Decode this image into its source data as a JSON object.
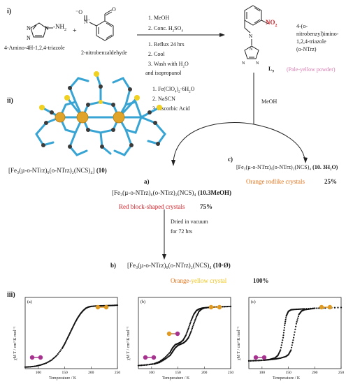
{
  "labels": {
    "i": "i)",
    "ii": "ii)",
    "iii": "iii)",
    "a": "a)",
    "b": "b)",
    "c": "c)"
  },
  "reactants": {
    "triazole_amine": "-NH",
    "triazole_amine_sub": "2",
    "amine_name": "4-Amino-4H-1,2,4-triazole",
    "nitro": "N",
    "nitro_minus": "⁻O",
    "nitro_plus": "+",
    "aldehyde_o": "O",
    "aldehyde_name": "2-nitrobenzaldehyde",
    "plus": "+"
  },
  "conditions": {
    "step1": "1. MeOH",
    "step2_a": "2. Conc. H",
    "step2_sub1": "2",
    "step2_b": "SO",
    "step2_sub2": "4",
    "step3_line1": "1. Reflux 24 hrs",
    "step3_line2": "2. Cool",
    "step3_line3": "3. Wash with H",
    "step3_line3_sub": "2",
    "step3_line3_b": "O",
    "step3_line4": "and isopropanol",
    "metal_line1_a": "1. Fe(ClO",
    "metal_line1_sub1": "4",
    "metal_line1_b": ")",
    "metal_line1_sub2": "2",
    "metal_line1_c": "·6H",
    "metal_line1_sub3": "2",
    "metal_line1_d": "O",
    "metal_line2": "2. NaSCN",
    "metal_line3": "3. Ascorbic Acid",
    "meoh": "MeOH",
    "dried_line1": "Dried in vacuum",
    "dried_line2": "for 72 hrs"
  },
  "product": {
    "no2": "NO",
    "no2_sub": "2",
    "name_line1": "4-(o-",
    "name_line2": "nitrobenzyl)imino-",
    "name_line3": "1,2,4-triazole",
    "name_line4": "(o-NTrz)",
    "label": "L",
    "label_sub": "9",
    "appearance": "(Pale-yellow powder)"
  },
  "complexes": {
    "c10": "[Fe₃(µ-o-NTrz)₆(o-NTrz)₂(NCS)₄]",
    "c10_num": "(10)",
    "a_formula": "[Fe₃(µ-o-NTrz)₆(o-NTrz)₂(NCS)₄",
    "a_solv": "(10.3MeOH)",
    "a_desc": "Red block-shaped crystals",
    "a_yield": "75%",
    "c_formula": "[Fe₃(µ-o-NTrz)₆(o-NTrz)₂(NCS)₄",
    "c_solv": "(10. 3H₂O)",
    "c_desc": "Orange rodlike crystals",
    "c_yield": "25%",
    "b_formula": "[Fe₃(µ-o-NTrz)₆(o-NTrz)₂(NCS)₄",
    "b_solv": "(10·Ø)",
    "b_desc_orange": "Orange",
    "b_desc_dash": "-",
    "b_desc_yellow": "yellow crystal",
    "b_yield": "100%"
  },
  "colors": {
    "red": "#d8232a",
    "orange": "#e8741c",
    "yellow": "#f2c418",
    "pink": "#d77ab0",
    "iron": "#e0a42a",
    "ligand_blue": "#37a4d4",
    "carbon_dark": "#3b3b3b",
    "sulfur": "#f0d020",
    "purple_ball": "#a8308f",
    "gold_ball": "#e09a22"
  },
  "chart_data": [
    {
      "type": "scatter",
      "panel": "(a)",
      "ylabel": "χM T / cm³ K mol⁻¹",
      "xlabel": "Temperature / K",
      "xticks": [
        100,
        150,
        200,
        250
      ],
      "xlim": [
        75,
        250
      ],
      "series": [
        {
          "x": [
            75,
            85,
            95,
            105,
            115,
            125,
            135,
            145,
            150,
            155,
            160,
            165,
            170,
            175,
            180,
            185,
            190,
            195,
            200,
            210,
            220,
            230,
            240,
            250
          ],
          "y": [
            0.1,
            0.12,
            0.16,
            0.24,
            0.36,
            0.55,
            0.85,
            1.3,
            1.6,
            1.95,
            2.3,
            2.65,
            3.0,
            3.3,
            3.55,
            3.75,
            3.9,
            3.98,
            4.02,
            4.05,
            4.06,
            4.07,
            4.08,
            4.1
          ]
        }
      ]
    },
    {
      "type": "scatter",
      "panel": "(b)",
      "ylabel": "χM T / cm³ K mol⁻¹",
      "xlabel": "Temperature / K",
      "xticks": [
        100,
        150,
        200,
        250
      ],
      "xlim": [
        75,
        250
      ],
      "series": [
        {
          "x": [
            75,
            90,
            105,
            115,
            125,
            135,
            140,
            145,
            150,
            155,
            160,
            165,
            170,
            175,
            180,
            185,
            190,
            195,
            200,
            210,
            220,
            235,
            250
          ],
          "y": [
            0.2,
            0.24,
            0.32,
            0.45,
            0.7,
            1.05,
            1.35,
            1.55,
            1.62,
            1.7,
            1.85,
            2.15,
            2.6,
            3.1,
            3.5,
            3.75,
            3.85,
            3.9,
            3.93,
            3.96,
            3.98,
            4.0,
            4.02
          ]
        },
        {
          "x": [
            75,
            90,
            105,
            115,
            125,
            135,
            140,
            145,
            150,
            155,
            160,
            165,
            170,
            175,
            180,
            185,
            190,
            195,
            200,
            210,
            220,
            235,
            250
          ],
          "y": [
            0.2,
            0.24,
            0.3,
            0.4,
            0.6,
            0.85,
            1.1,
            1.35,
            1.5,
            1.58,
            1.65,
            1.78,
            2.0,
            2.4,
            2.9,
            3.35,
            3.7,
            3.85,
            3.92,
            3.96,
            3.98,
            4.0,
            4.02
          ]
        }
      ]
    },
    {
      "type": "scatter",
      "panel": "(c)",
      "ylabel": "χM T / cm³ K mol⁻¹",
      "xlabel": "Temperature / K",
      "xticks": [
        100,
        150,
        200,
        250
      ],
      "xlim": [
        75,
        250
      ],
      "series": [
        {
          "x": [
            75,
            90,
            105,
            115,
            125,
            130,
            135,
            140,
            143,
            146,
            150,
            155,
            160,
            170,
            180,
            200,
            220,
            250
          ],
          "y": [
            0.5,
            0.52,
            0.55,
            0.6,
            0.7,
            0.85,
            1.2,
            2.0,
            2.8,
            3.4,
            3.7,
            3.8,
            3.82,
            3.84,
            3.86,
            3.9,
            3.92,
            3.95
          ]
        },
        {
          "x": [
            75,
            90,
            105,
            115,
            125,
            135,
            145,
            150,
            155,
            160,
            165,
            170,
            175,
            180,
            190,
            200,
            220,
            250
          ],
          "y": [
            0.5,
            0.52,
            0.55,
            0.58,
            0.62,
            0.68,
            0.78,
            0.9,
            1.2,
            2.0,
            2.9,
            3.5,
            3.72,
            3.8,
            3.85,
            3.9,
            3.92,
            3.95
          ]
        }
      ]
    }
  ]
}
